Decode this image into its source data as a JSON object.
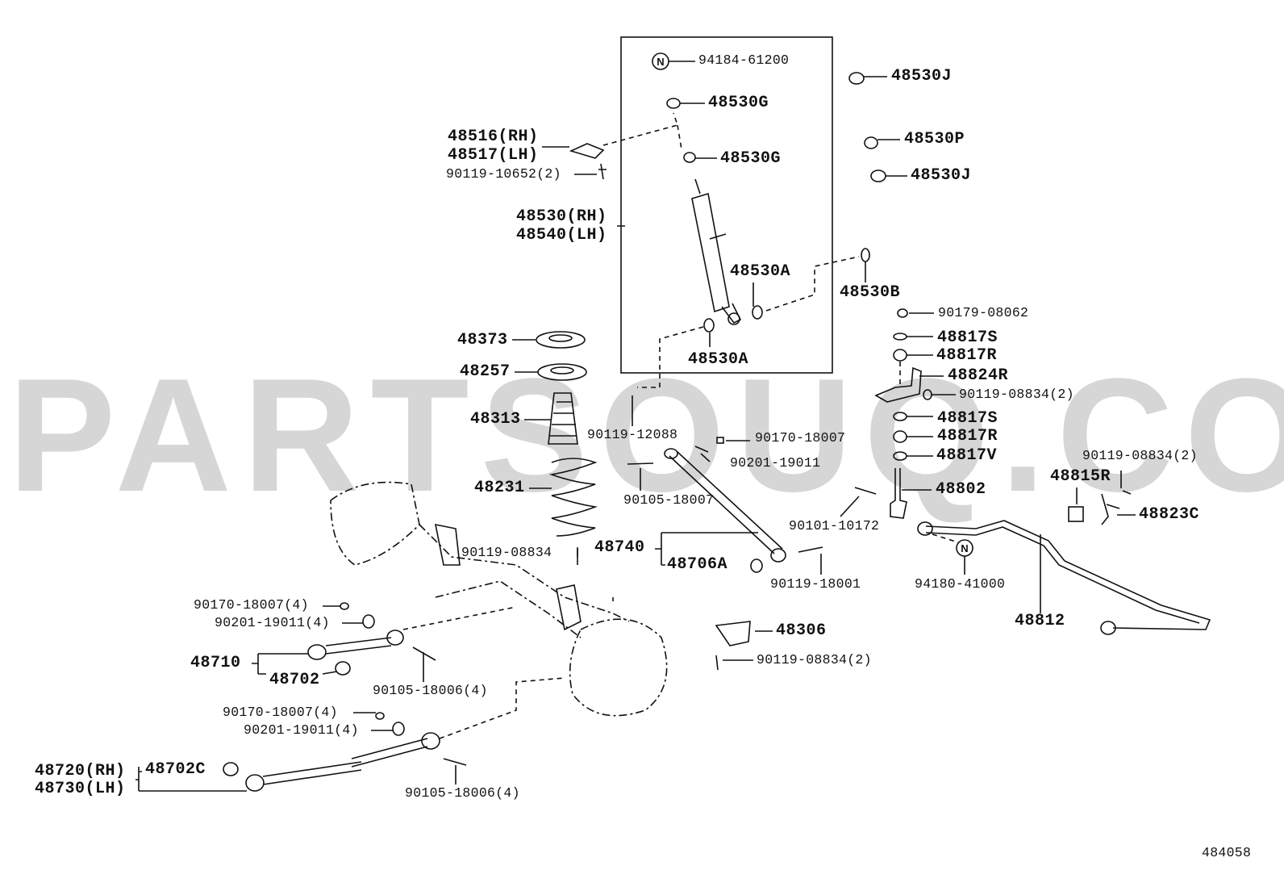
{
  "watermark": "PARTSOUQ.COM",
  "diagram_id": "484058",
  "labels": [
    "94184-61200",
    "48530G",
    "48530J",
    "48516(RH)",
    "48517(LH)",
    "90119-10652(2)",
    "48530G",
    "48530P",
    "48530J",
    "48530(RH)",
    "48540(LH)",
    "48530A",
    "48530B",
    "90179-08062",
    "48373",
    "48817S",
    "48530A",
    "48817R",
    "48257",
    "48824R",
    "90119-08834(2)",
    "48313",
    "48817S",
    "90119-12088",
    "90170-18007",
    "48817R",
    "48817V",
    "90201-19011",
    "90119-08834(2)",
    "48231",
    "48815R",
    "90105-18007",
    "48802",
    "48823C",
    "90101-10172",
    "48740",
    "90119-08834",
    "48706A",
    "90119-18001",
    "94180-41000",
    "90170-18007(4)",
    "90201-19011(4)",
    "48812",
    "48306",
    "48710",
    "90119-08834(2)",
    "48702",
    "90105-18006(4)",
    "90170-18007(4)",
    "90201-19011(4)",
    "48720(RH)",
    "48702C",
    "48730(LH)",
    "90105-18006(4)"
  ],
  "badges": {
    "n1": "N",
    "n2": "N"
  }
}
